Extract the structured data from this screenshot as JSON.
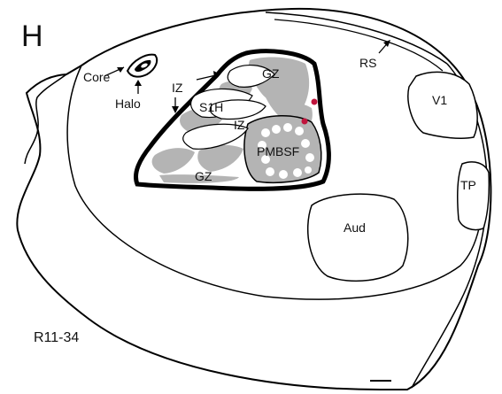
{
  "panel_letter": "H",
  "case_id": "R11-34",
  "labels": {
    "core": "Core",
    "halo": "Halo",
    "iz": "IZ",
    "gz": "GZ",
    "s1h": "S1H",
    "pmbsf": "PMBSF",
    "rs": "RS",
    "v1": "V1",
    "tp": "TP",
    "aud": "Aud"
  },
  "colors": {
    "outline": "#000000",
    "patch_gray": "#b4b4b4",
    "marker": "#c0143c"
  },
  "scale_bar": "present"
}
